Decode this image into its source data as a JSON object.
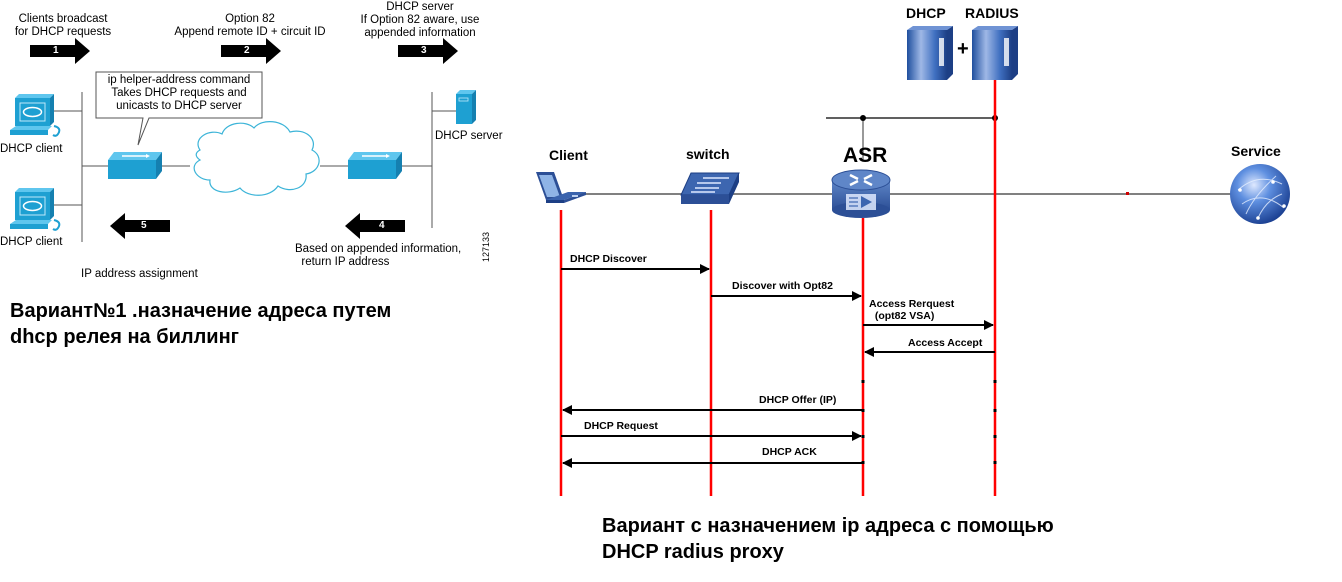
{
  "left_diagram": {
    "steps": [
      {
        "number": "1",
        "text": "Clients broadcast\nfor DHCP requests",
        "direction": "right"
      },
      {
        "number": "2",
        "text": "Option 82\nAppend remote ID + circuit ID",
        "direction": "right"
      },
      {
        "number": "3",
        "text": "DHCP server\nIf Option 82 aware, use\nappended information",
        "direction": "right"
      },
      {
        "number": "4",
        "text": "Based on appended information,\n  return IP address",
        "direction": "left"
      },
      {
        "number": "5",
        "text": "IP address assignment",
        "direction": "left"
      }
    ],
    "callout": "ip helper-address command\nTakes DHCP requests and\nunicasts to DHCP server",
    "nodes": {
      "client_1": "DHCP client",
      "client_2": "DHCP client",
      "server": "DHCP server"
    },
    "figure_id": "127133",
    "caption": "Вариант№1 .назначение адреса путем\ndhcp релея на биллинг"
  },
  "right_diagram": {
    "nodes": {
      "client": "Client",
      "switch": "switch",
      "asr": "ASR",
      "service": "Service",
      "dhcp_server": "DHCP",
      "radius_server": "RADIUS",
      "plus": "+"
    },
    "messages": [
      {
        "label": "DHCP Discover",
        "from": "client",
        "to": "switch"
      },
      {
        "label": "Discover with Opt82",
        "from": "switch",
        "to": "asr"
      },
      {
        "label": "Access Rerquest\n  (opt82 VSA)",
        "from": "asr",
        "to": "radius"
      },
      {
        "label": "Access Accept",
        "from": "radius",
        "to": "asr"
      },
      {
        "label": "DHCP Offer (IP)",
        "from": "asr",
        "to": "client"
      },
      {
        "label": "DHCP Request",
        "from": "client",
        "to": "asr"
      },
      {
        "label": "DHCP ACK",
        "from": "asr",
        "to": "client"
      }
    ],
    "colors": {
      "lifeline": "#ff0000",
      "network_line": "#808080",
      "cisco_blue": "#1ea0d2"
    },
    "caption": "Вариант с назначением ip адреса с помощью\nDHCP radius proxy"
  }
}
